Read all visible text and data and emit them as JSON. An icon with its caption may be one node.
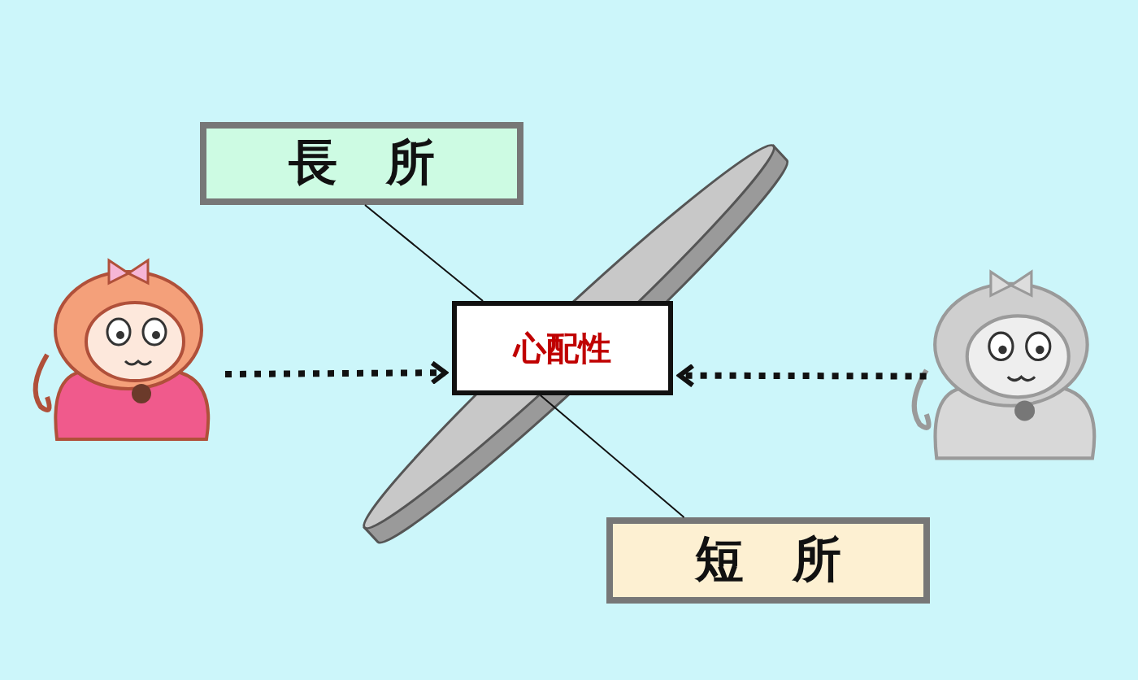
{
  "diagram": {
    "nodes": [
      {
        "text": [
          "長　所"
        ]
      },
      {
        "text": [],
        "shape": "picture"
      },
      {
        "text": [
          "心配性"
        ]
      },
      {
        "text": [],
        "shape": "picture"
      },
      {
        "text": [
          "短　所"
        ]
      }
    ],
    "edges": [
      {
        "from": 0,
        "to": 2,
        "arrow": "none"
      },
      {
        "from": 2,
        "to": 4,
        "arrow": "none"
      },
      {
        "from": 1,
        "to": 2,
        "arrow": "to",
        "style": "dashed"
      },
      {
        "from": 3,
        "to": 2,
        "arrow": "to",
        "style": "dashed"
      }
    ]
  }
}
